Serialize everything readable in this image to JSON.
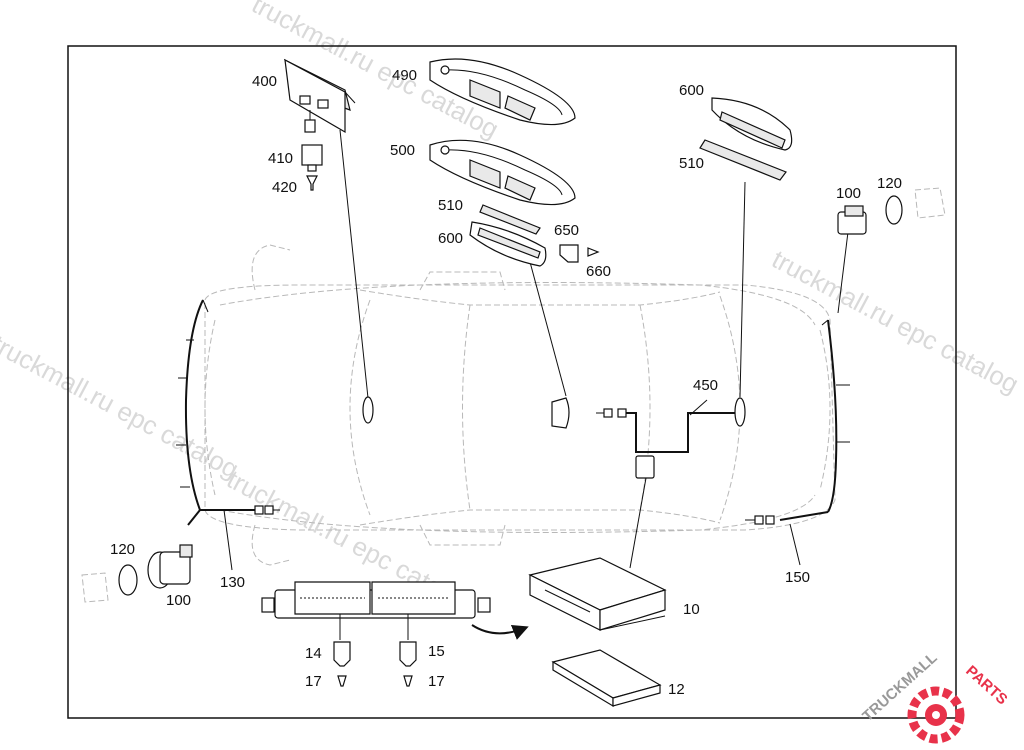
{
  "watermark": {
    "text_1": "truckmall.ru epc catalog",
    "text_2": "truckmall.ru epc catalog",
    "text_3": "truckmall.ru epc catalog",
    "text_4": "truckmall.ru epc catalog"
  },
  "logo": {
    "text_1": "TRUCKMALL",
    "text_2": "PARTS",
    "color": "#e8324a"
  },
  "labels": {
    "p400": "400",
    "p410": "410",
    "p420": "420",
    "p490": "490",
    "p500": "500",
    "p510a": "510",
    "p600a": "600",
    "p650": "650",
    "p660": "660",
    "p600b": "600",
    "p510b": "510",
    "p100r": "100",
    "p120r": "120",
    "p450": "450",
    "p120l": "120",
    "p100l": "100",
    "p130": "130",
    "p14": "14",
    "p15": "15",
    "p17a": "17",
    "p17b": "17",
    "p10": "10",
    "p12": "12",
    "p150": "150"
  }
}
